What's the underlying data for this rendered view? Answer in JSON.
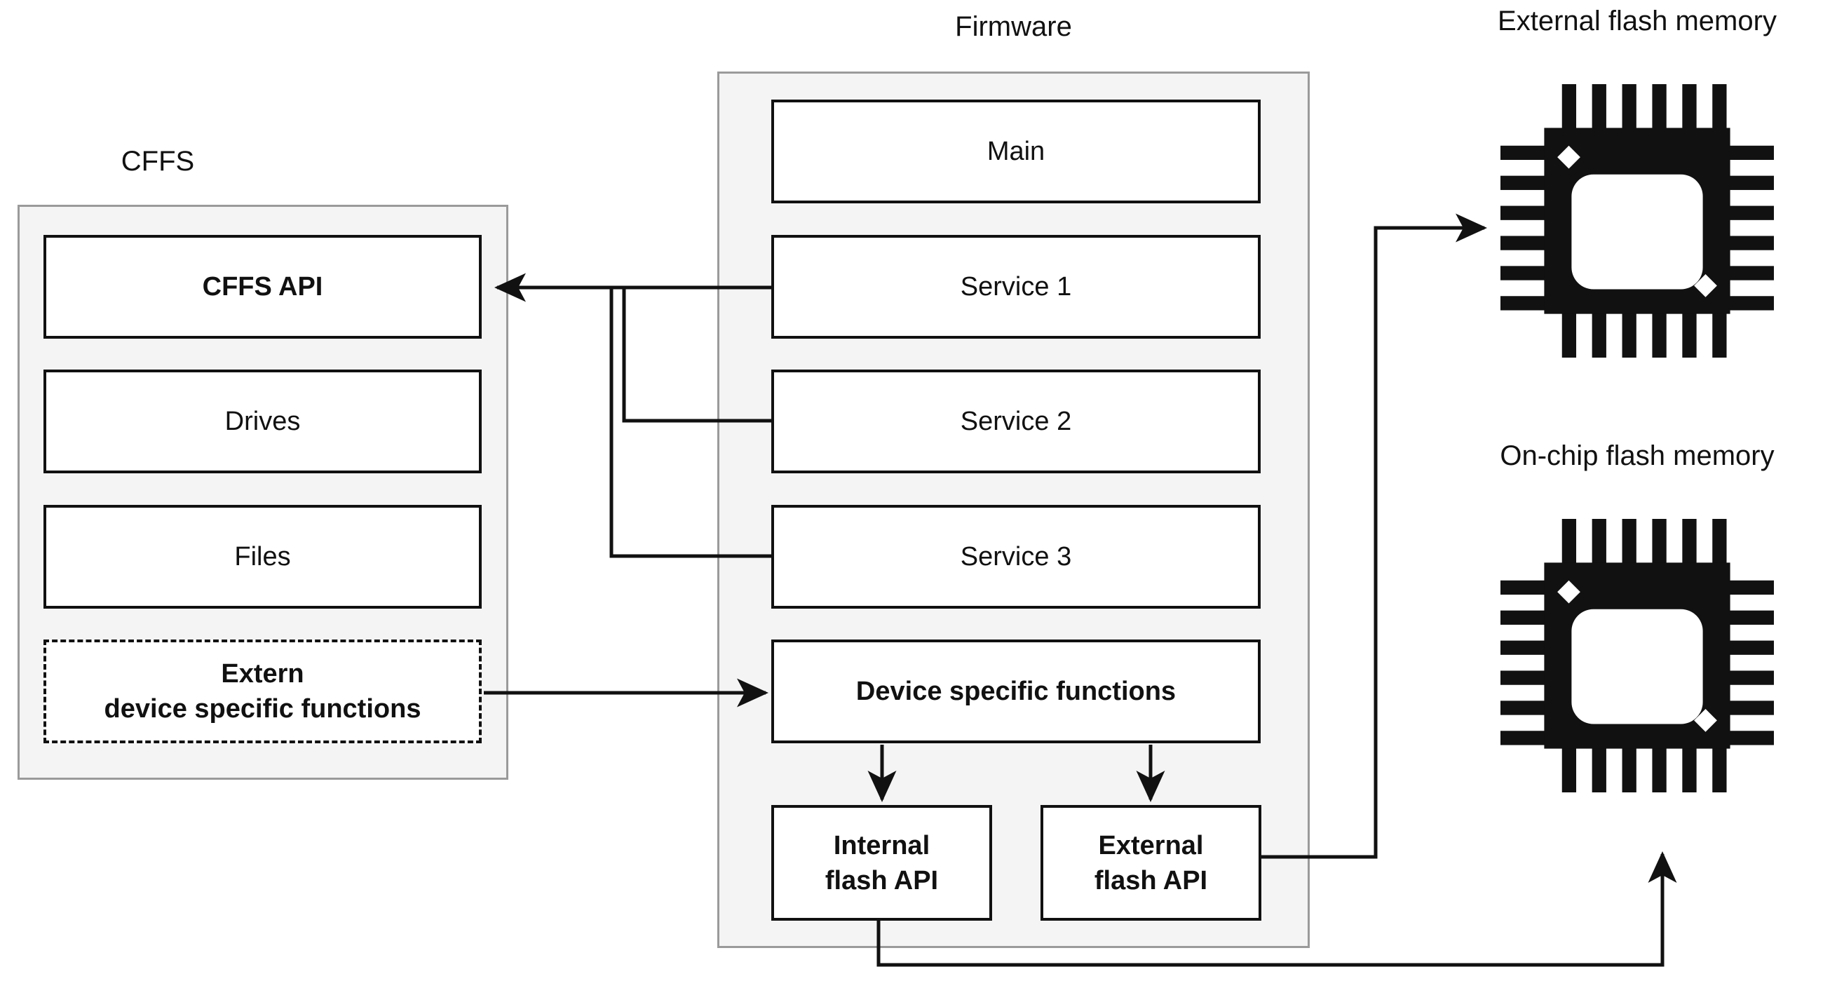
{
  "diagram": {
    "title": "CFFS firmware architecture block diagram",
    "colors": {
      "panel_fill": "#f4f4f4",
      "panel_border": "#9a9a9a",
      "box_fill": "#ffffff",
      "box_border": "#111111",
      "line": "#111111",
      "chip": "#111111",
      "background": "#ffffff"
    }
  },
  "groups": {
    "cffs": {
      "title": "CFFS",
      "boxes": [
        {
          "label": "CFFS API",
          "style": "solid-bold"
        },
        {
          "label": "Drives",
          "style": "solid"
        },
        {
          "label": "Files",
          "style": "solid"
        },
        {
          "label": "Extern\ndevice specific functions",
          "line1": "Extern",
          "line2": "device specific functions",
          "style": "dashed-bold"
        }
      ]
    },
    "firmware": {
      "title": "Firmware",
      "boxes": [
        {
          "label": "Main",
          "style": "solid"
        },
        {
          "label": "Service 1",
          "style": "solid"
        },
        {
          "label": "Service 2",
          "style": "solid"
        },
        {
          "label": "Service 3",
          "style": "solid"
        },
        {
          "label": "Device specific functions",
          "style": "solid-bold"
        },
        {
          "label": "Internal\nflash API",
          "line1": "Internal",
          "line2": "flash API",
          "style": "solid-bold"
        },
        {
          "label": "External\nflash API",
          "line1": "External",
          "line2": "flash API",
          "style": "solid-bold"
        }
      ]
    }
  },
  "memories": [
    {
      "title": "External flash memory",
      "icon": "chip-icon"
    },
    {
      "title": "On-chip flash memory",
      "icon": "chip-icon"
    }
  ],
  "connections": [
    {
      "from": "Service 1",
      "to": "CFFS API",
      "arrow": "to"
    },
    {
      "from": "Service 2",
      "to": "CFFS API",
      "arrow": "to"
    },
    {
      "from": "Service 3",
      "to": "CFFS API",
      "arrow": "to"
    },
    {
      "from": "Extern device specific functions",
      "to": "Device specific functions",
      "arrow": "to"
    },
    {
      "from": "Device specific functions",
      "to": "Internal flash API",
      "arrow": "to"
    },
    {
      "from": "Device specific functions",
      "to": "External flash API",
      "arrow": "to"
    },
    {
      "from": "External flash API",
      "to": "External flash memory",
      "arrow": "to"
    },
    {
      "from": "Internal flash API",
      "to": "On-chip flash memory",
      "arrow": "to"
    }
  ]
}
